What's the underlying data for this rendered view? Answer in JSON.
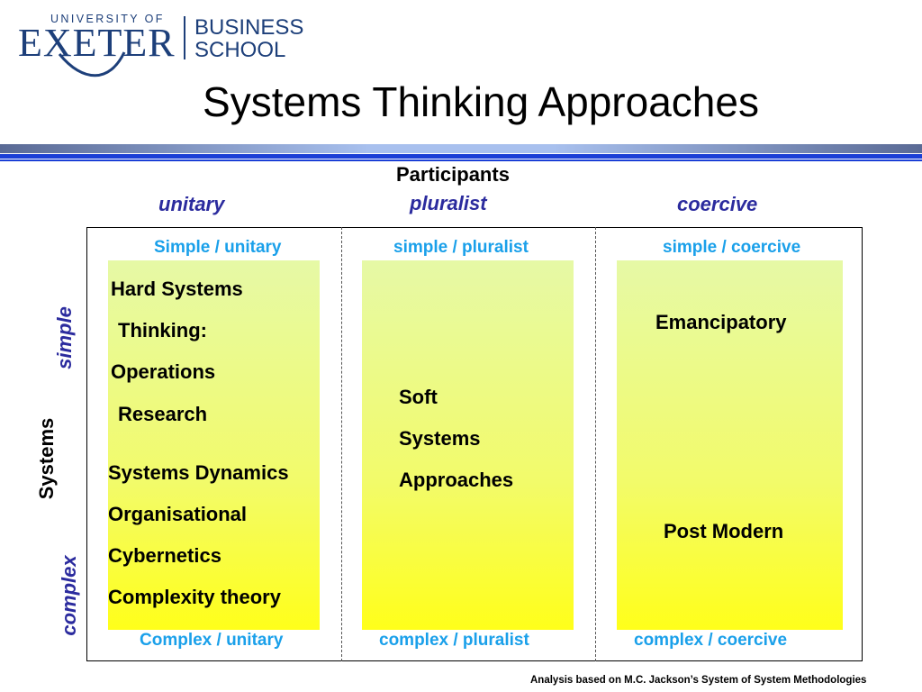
{
  "logo": {
    "university": "UNIVERSITY OF",
    "name": "EXETER",
    "business_line1": "BUSINESS",
    "business_line2": "SCHOOL"
  },
  "title": "Systems Thinking Approaches",
  "axis": {
    "participants": "Participants",
    "systems": "Systems",
    "unitary": "unitary",
    "pluralist": "pluralist",
    "coercive": "coercive",
    "simple": "simple",
    "complex": "complex"
  },
  "corners": {
    "top_left": "Simple /  unitary",
    "top_middle": "simple  /  pluralist",
    "top_right": "simple  /  coercive",
    "bottom_left": "Complex /  unitary",
    "bottom_middle": "complex / pluralist",
    "bottom_right": "complex / coercive"
  },
  "cells": {
    "hard_1": "Hard Systems",
    "hard_2": "Thinking:",
    "hard_3": "Operations",
    "hard_4": "Research",
    "dyn_1": "Systems Dynamics",
    "dyn_2": "Organisational",
    "dyn_3": "Cybernetics",
    "dyn_4": "Complexity theory",
    "soft_1": "Soft",
    "soft_2": "Systems",
    "soft_3": "Approaches",
    "emancipatory": "Emancipatory",
    "post_modern": "Post Modern"
  },
  "footnote": "Analysis based on M.C. Jackson’s System of System Methodologies",
  "colors": {
    "category_text": "#2b2b9e",
    "corner_text": "#1aa0ea",
    "brand_navy": "#1d3f7a",
    "bar_blue": "#1b3fd6"
  }
}
